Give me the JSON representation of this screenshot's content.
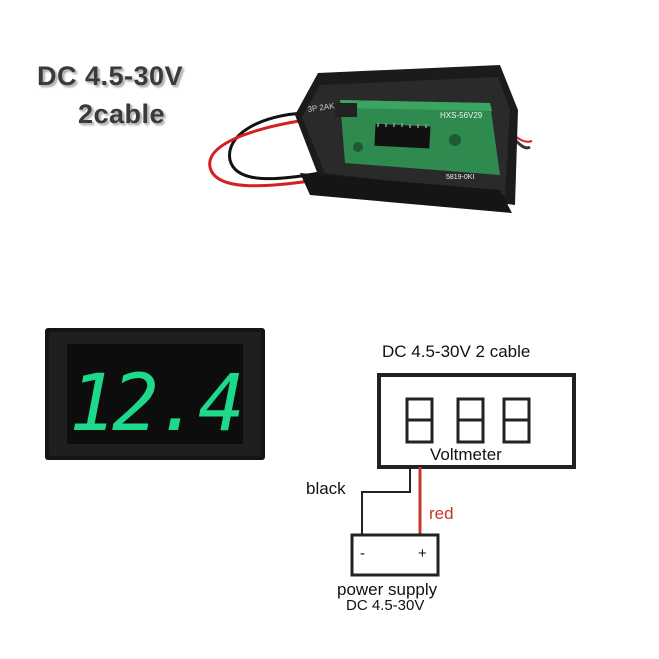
{
  "headline": {
    "line1": "DC 4.5-30V",
    "line2": "2cable"
  },
  "module_photo": {
    "pcb_label_left": "3P 2AK",
    "pcb_label_right": "HXS-56V29",
    "pcb_label_bottom": "5819-0KI",
    "wire_colors": {
      "black": "#111111",
      "red": "#d42020"
    }
  },
  "display_photo": {
    "reading": "12.4",
    "digit_color": "#1ed98a"
  },
  "diagram": {
    "title": "DC 4.5-30V 2 cable",
    "meter_label": "Voltmeter",
    "black_wire_label": "black",
    "red_wire_label": "red",
    "minus_label": "-",
    "plus_label": "+",
    "supply_label": "power supply",
    "supply_range": "DC 4.5-30V",
    "red_wire_color": "#c0392b"
  }
}
